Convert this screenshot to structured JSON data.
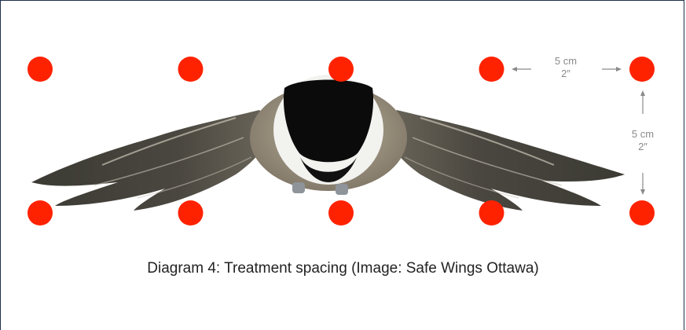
{
  "colors": {
    "dot": "#ff2200",
    "dimension_text": "#8a8a8a",
    "caption_text": "#222222",
    "border": "#1f2f4a"
  },
  "dimensions": {
    "horizontal": {
      "metric": "5 cm",
      "imperial": "2″"
    },
    "vertical": {
      "metric": "5 cm",
      "imperial": "2″"
    }
  },
  "grid": {
    "rows": 2,
    "columns": 5
  },
  "caption": "Diagram 4: Treatment spacing (Image: Safe Wings Ottawa)"
}
